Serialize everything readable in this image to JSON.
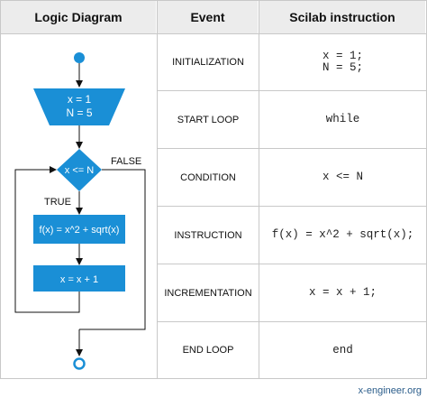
{
  "header": {
    "col1": "Logic Diagram",
    "col2": "Event",
    "col3": "Scilab instruction"
  },
  "rows": [
    {
      "event": "INITIALIZATION",
      "code_line1": "x = 1;",
      "code_line2": "N = 5;"
    },
    {
      "event": "START LOOP",
      "code_line1": "while"
    },
    {
      "event": "CONDITION",
      "code_line1": "x <= N"
    },
    {
      "event": "INSTRUCTION",
      "code_line1": "f(x) = x^2 + sqrt(x);"
    },
    {
      "event": "INCREMENTATION",
      "code_line1": "x = x + 1;"
    },
    {
      "event": "END LOOP",
      "code_line1": "end"
    }
  ],
  "diagram": {
    "init_line1": "x = 1",
    "init_line2": "N = 5",
    "condition": "x <= N",
    "false_label": "FALSE",
    "true_label": "TRUE",
    "instruction": "f(x) = x^2 + sqrt(x)",
    "increment": "x = x + 1"
  },
  "colors": {
    "flow_blue": "#1a8fd6",
    "header_bg": "#ececec",
    "grid": "#c8c8c8"
  },
  "watermark": "x-engineer.org"
}
